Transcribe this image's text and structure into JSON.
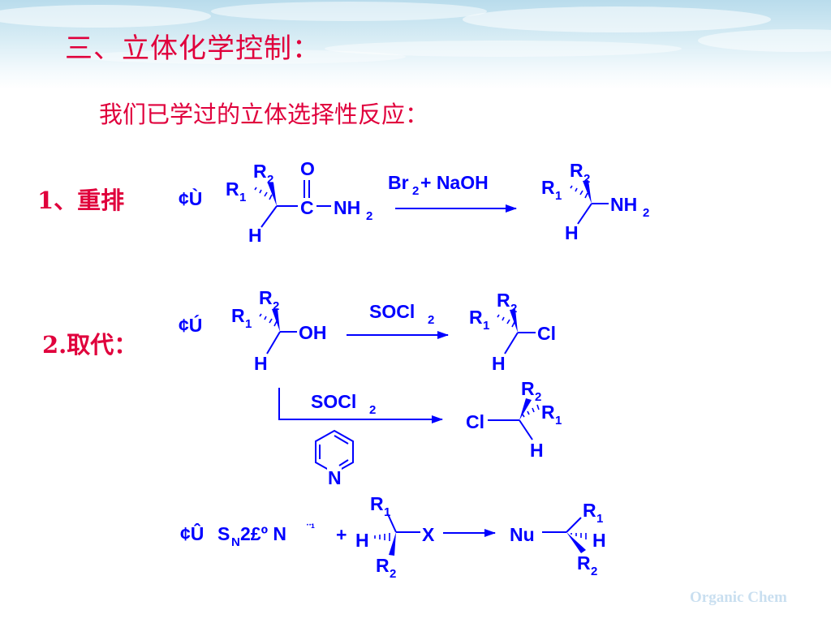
{
  "title": "三、立体化学控制：",
  "subtitle": "我们已学过的立体选择性反应：",
  "section1_label": "1、重排",
  "section2_label": "2.取代：",
  "marks": {
    "m1": "¢Ù",
    "m2": "¢Ú",
    "m3": "¢Û"
  },
  "sn2_label": {
    "s": "S",
    "sub_n": "N",
    "tail": "2£º N",
    "sup": "¨¹"
  },
  "atoms": {
    "R": "R",
    "one": "1",
    "two": "2",
    "H": "H",
    "O": "O",
    "C": "C",
    "NH": "NH",
    "OH": "OH",
    "Cl": "Cl",
    "N": "N",
    "X": "X",
    "Nu": "Nu",
    "plus": "+"
  },
  "reagents": {
    "rearrangement": "Br₂ + NaOH",
    "socl2": "SOCl₂",
    "br": "Br",
    "br_tail": " + NaOH",
    "socl": "SOCl"
  },
  "footer": "Organic Chem",
  "colors": {
    "title": "#e0003c",
    "chem": "#0000ff",
    "footer": "#c9dff0"
  }
}
